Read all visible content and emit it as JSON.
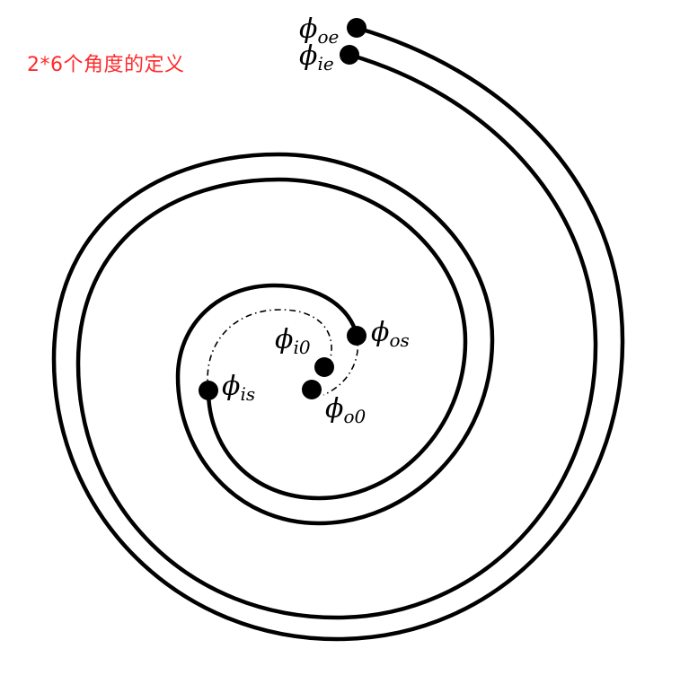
{
  "caption": {
    "text": "2*6个角度的定义",
    "color": "#ff2a2a"
  },
  "labels": {
    "phi_oe": {
      "symbol": "ϕ",
      "sub": "oe"
    },
    "phi_ie": {
      "symbol": "ϕ",
      "sub": "ie"
    },
    "phi_os": {
      "symbol": "ϕ",
      "sub": "os"
    },
    "phi_i0": {
      "symbol": "ϕ",
      "sub": "i0"
    },
    "phi_is": {
      "symbol": "ϕ",
      "sub": "is"
    },
    "phi_o0": {
      "symbol": "ϕ",
      "sub": "o0"
    }
  }
}
